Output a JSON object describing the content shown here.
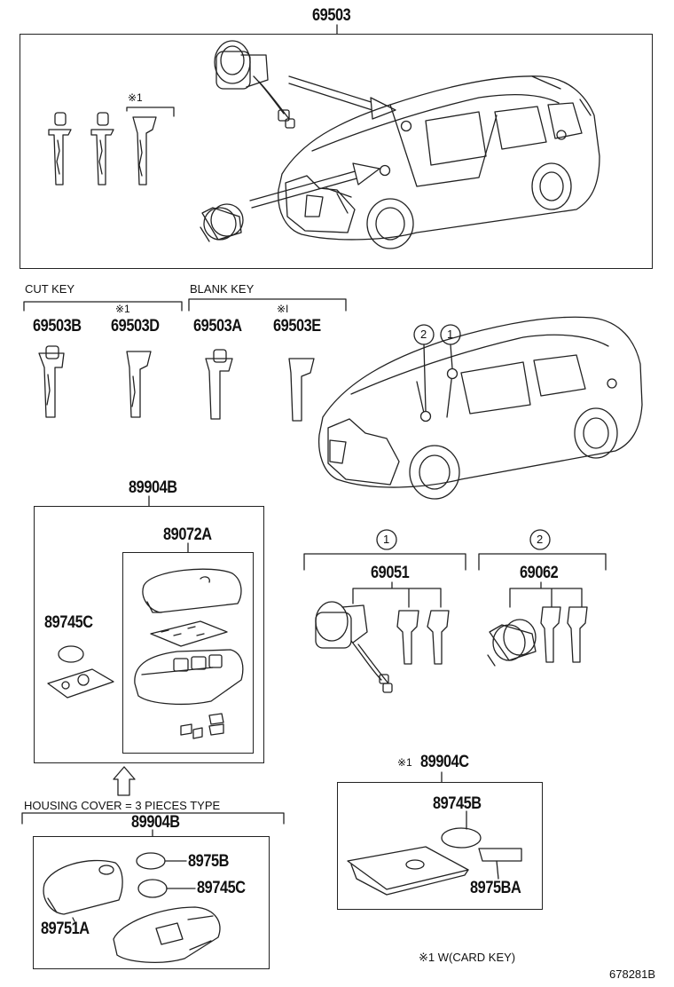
{
  "labels": {
    "main_assembly": "69503",
    "cut_key": "CUT KEY",
    "blank_key": "BLANK KEY",
    "p69503B": "69503B",
    "p69503D": "69503D",
    "p69503A": "69503A",
    "p69503E": "69503E",
    "p89904B_top": "89904B",
    "p89072A": "89072A",
    "p89745C_left": "89745C",
    "p69051": "69051",
    "p69062": "69062",
    "housing_cover": "HOUSING COVER = 3 PIECES TYPE",
    "p89904B_bottom": "89904B",
    "p8975B": "8975B",
    "p89745C_bottom": "89745C",
    "p89751A": "89751A",
    "p89904C": "89904C",
    "p89745B": "89745B",
    "p8975BA": "8975BA",
    "footnote": "※1 W(CARD KEY)",
    "diagram_code": "678281B"
  },
  "marks": {
    "note1": "※1",
    "note1_alt": "※I",
    "circle1": "1",
    "circle2": "2"
  }
}
